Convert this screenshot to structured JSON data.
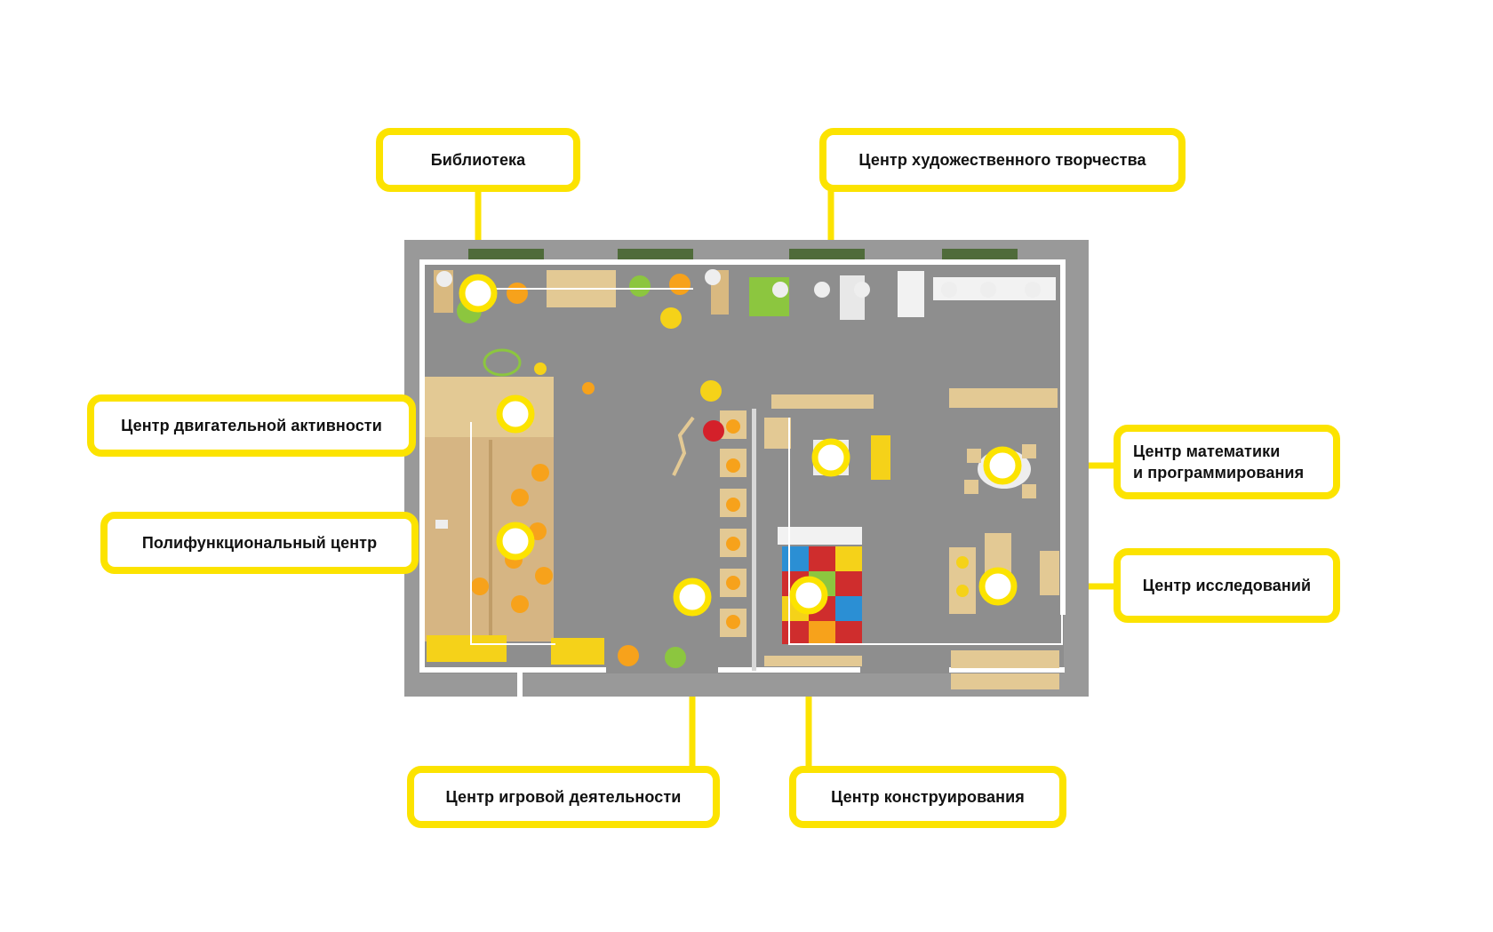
{
  "colors": {
    "accent": "#fce300",
    "floor": "#8e8e8e",
    "wall": "#ffffff",
    "wood": "#e3c994",
    "orange": "#f7a21b"
  },
  "labels": {
    "library": "Библиотека",
    "art": "Центр художественного творчества",
    "motor": "Центр двигательной активности",
    "math_line1": "Центр математики",
    "math_line2": "и программирования",
    "multi": "Полифункциональный центр",
    "research": "Центр исследований",
    "play": "Центр игровой деятельности",
    "construction": "Центр конструирования"
  }
}
